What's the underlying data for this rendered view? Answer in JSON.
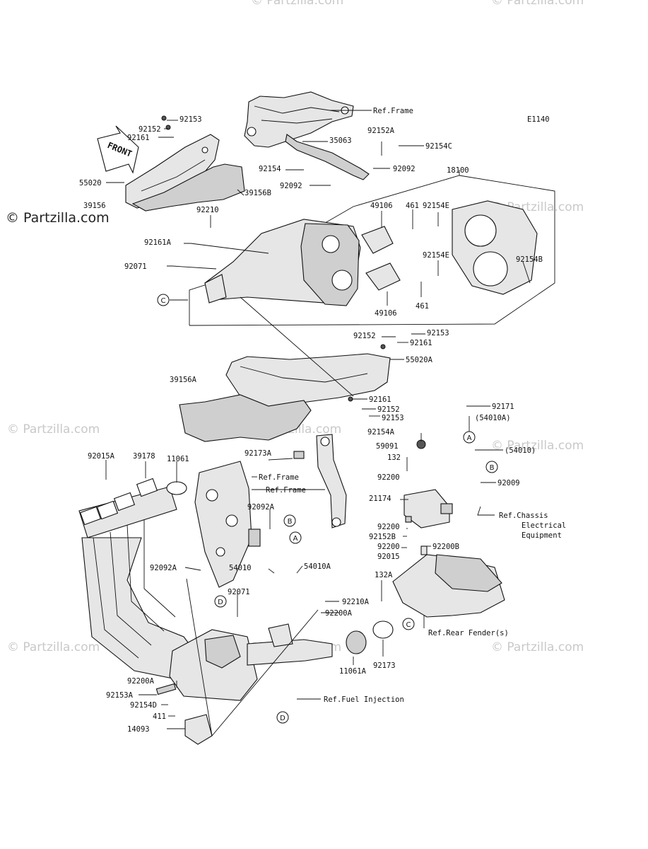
{
  "diagram_code": "E1140",
  "watermark": {
    "dark": "© Partzilla.com",
    "light": "© Partzilla.com"
  },
  "front_label": "FRONT",
  "parts": {
    "p92153": "92153",
    "p92152": "92152",
    "p92161": "92161",
    "p55020": "55020",
    "p39156": "39156",
    "p39156B": "39156B",
    "p35063": "35063",
    "p92152A": "92152A",
    "p92154C": "92154C",
    "p92154": "92154",
    "p92092a": "92092",
    "p92092b": "92092",
    "p18100": "18100",
    "p92210": "92210",
    "p49106a": "49106",
    "p461a": "461",
    "p92154Ea": "92154E",
    "p92161A": "92161A",
    "p92071a": "92071",
    "p92154Eb": "92154E",
    "p92154B": "92154B",
    "p49106b": "49106",
    "p461b": "461",
    "p92152b": "92152",
    "p92153b": "92153",
    "p92161b": "92161",
    "p55020A": "55020A",
    "p39156A": "39156A",
    "p92161c": "92161",
    "p92152c": "92152",
    "p92153c": "92153",
    "p92171": "92171",
    "p54010Ap": "(54010A)",
    "p92154A": "92154A",
    "p59091": "59091",
    "p54010p": "(54010)",
    "p132": "132",
    "p92009": "92009",
    "p92200a": "92200",
    "p21174": "21174",
    "p92200b": "92200",
    "p92152B": "92152B",
    "p92200c": "92200",
    "p92015": "92015",
    "p92200B": "92200B",
    "p92015A": "92015A",
    "p39178": "39178",
    "p11061": "11061",
    "p92173A": "92173A",
    "p92092A": "92092A",
    "p92092A2": "92092A",
    "p54010": "54010",
    "p54010A": "54010A",
    "p92071b": "92071",
    "p132A": "132A",
    "p92210A": "92210A",
    "p92200A": "92200A",
    "p92200A2": "92200A",
    "p11061A": "11061A",
    "p92173": "92173",
    "p92153A": "92153A",
    "p92154D": "92154D",
    "p411": "411",
    "p14093": "14093"
  },
  "refs": {
    "frame_top": "Ref.Frame",
    "frame_mid1": "Ref.Frame",
    "frame_mid2": "Ref.Frame",
    "chassis1": "Ref.Chassis",
    "chassis2": "Electrical",
    "chassis3": "Equipment",
    "rear_fender": "Ref.Rear Fender(s)",
    "fuel_injection": "Ref.Fuel Injection"
  },
  "callouts": {
    "A": "A",
    "B": "B",
    "C": "C",
    "D": "D"
  }
}
